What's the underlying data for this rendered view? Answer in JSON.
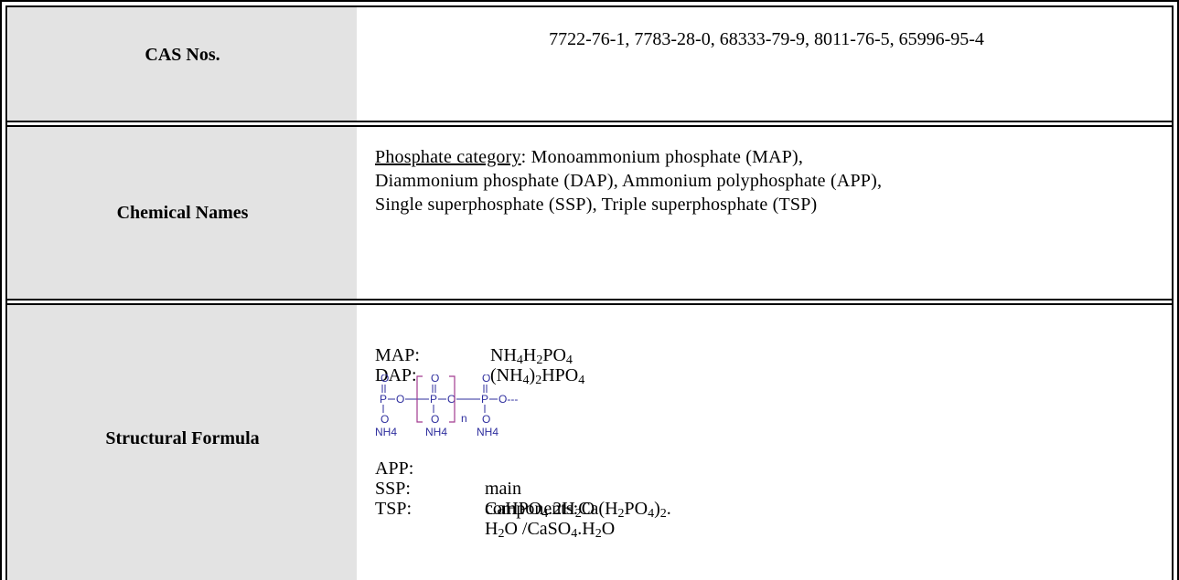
{
  "rows": {
    "cas": {
      "label": "CAS Nos.",
      "value": "7722-76-1, 7783-28-0, 68333-79-9, 8011-76-5, 65996-95-4"
    },
    "names": {
      "label": "Chemical Names",
      "category_label": "Phosphate category",
      "sep": ": ",
      "line1": "Monoammonium phosphate (MAP),",
      "line2": "Diammonium phosphate (DAP), Ammonium polyphosphate (APP),",
      "line3": "Single superphosphate (SSP), Triple superphosphate (TSP)"
    },
    "structural": {
      "label": "Structural Formula",
      "map_key": "MAP:",
      "dap_key": "DAP:",
      "app_key": "APP:",
      "ssp_key": "SSP:",
      "tsp_key": "TSP:",
      "ssp_prefix": "main components:",
      "app_diagram": {
        "o_label": "O",
        "p_label": "P",
        "nh4_label": "NH4",
        "n_label": "n",
        "tail": "O---",
        "bracket_color": "#a23b8f",
        "atom_color": "#2e2e9e"
      }
    }
  }
}
